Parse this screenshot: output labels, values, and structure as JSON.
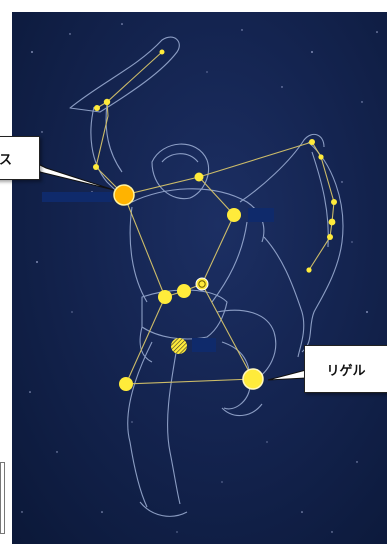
{
  "callouts": {
    "betelgeuse_label": "ス",
    "rigel_label": "リゲル"
  },
  "colors": {
    "sky": "#142450",
    "star": "#ffeb3b",
    "betelgeuse": "#ffb300",
    "line": "#d6c46a",
    "figure_outline": "#a9bbe0",
    "redaction": "#0f2a6b"
  },
  "stars": [
    {
      "name": "betelgeuse",
      "color": "orange"
    },
    {
      "name": "bellatrix",
      "color": "yellow"
    },
    {
      "name": "meissa",
      "color": "yellow"
    },
    {
      "name": "alnitak",
      "color": "yellow"
    },
    {
      "name": "alnilam",
      "color": "yellow"
    },
    {
      "name": "mintaka",
      "color": "yellow"
    },
    {
      "name": "saiph",
      "color": "yellow"
    },
    {
      "name": "rigel",
      "color": "yellow"
    },
    {
      "name": "orion-nebula",
      "color": "yellow"
    }
  ]
}
